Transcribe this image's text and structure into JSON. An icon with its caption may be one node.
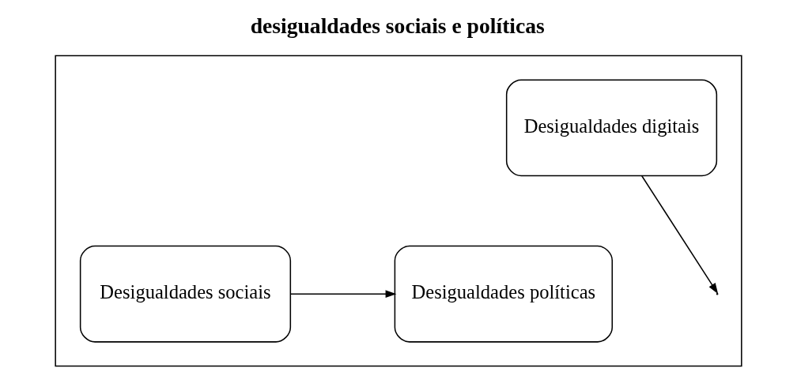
{
  "diagram": {
    "title": "desigualdades sociais e políticas",
    "nodes": [
      {
        "text": [],
        "shape": "box"
      },
      {
        "text": [
          "Desigualdades digitais"
        ],
        "in": 0
      },
      {
        "text": [
          "Desigualdades sociais"
        ],
        "in": 0
      },
      {
        "text": [
          "Desigualdades políticas"
        ],
        "in": 0
      }
    ],
    "edges": [
      {
        "from": 2,
        "to": 3,
        "arrow": "to"
      },
      {
        "from": 1,
        "to": null,
        "arrow": "to"
      }
    ]
  }
}
